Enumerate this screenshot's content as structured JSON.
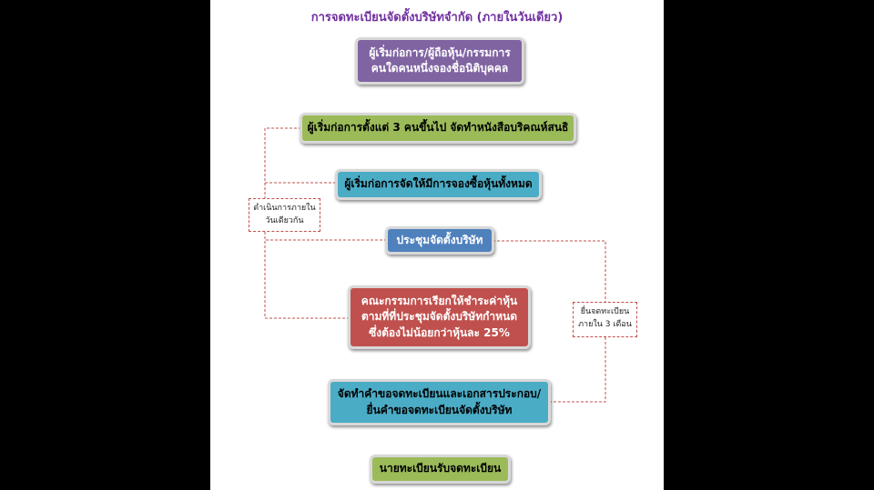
{
  "title": "การจดทะเบียนจัดตั้งบริษัทจำกัด (ภายในวันเดียว)",
  "steps": {
    "step1": {
      "lines": [
        "ผู้เริ่มก่อการ/ผู้ถือหุ้น/กรรมการ",
        "คนใดคนหนึ่งจองชื่อนิติบุคคล"
      ],
      "color": "#8064a2"
    },
    "step2": {
      "lines": [
        "ผู้เริ่มก่อการตั้งแต่ 3 คนขึ้นไป จัดทำหนังสือบริคณห์สนธิ"
      ],
      "color": "#9bbb59"
    },
    "step3": {
      "lines": [
        "ผู้เริ่มก่อการจัดให้มีการจองซื้อหุ้นทั้งหมด"
      ],
      "color": "#4bacc6"
    },
    "step4": {
      "lines": [
        "ประชุมจัดตั้งบริษัท"
      ],
      "color": "#4f81bd"
    },
    "step5": {
      "lines": [
        "คณะกรรมการเรียกให้ชำระค่าหุ้น",
        "ตามที่ที่ประชุมจัดตั้งบริษัทกำหนด",
        "ซึ่งต้องไม่น้อยกว่าหุ้นละ 25%"
      ],
      "color": "#c0504d"
    },
    "step6": {
      "lines": [
        "จัดทำคำขอจดทะเบียนและเอกสารประกอบ/",
        "ยื่นคำขอจดทะเบียนจัดตั้งบริษัท"
      ],
      "color": "#4bacc6"
    },
    "step7": {
      "lines": [
        "นายทะเบียนรับจดทะเบียน"
      ],
      "color": "#9bbb59"
    }
  },
  "notes": {
    "same_day": [
      "ดำเนินการภายใน",
      "วันเดียวกัน"
    ],
    "three_months": [
      "ยื่นจดทะเบียน",
      "ภายใน 3 เดือน"
    ]
  },
  "connector_color": "#c0504d"
}
